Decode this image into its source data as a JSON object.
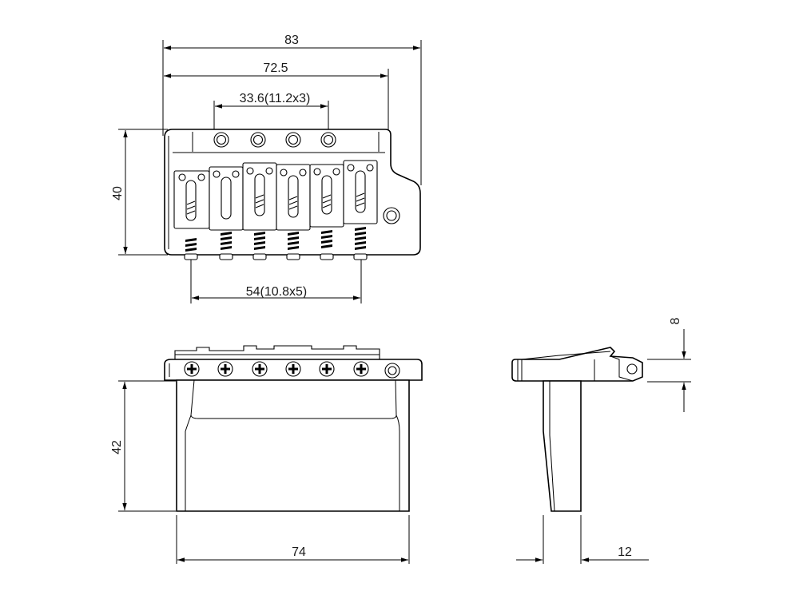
{
  "dimensions": {
    "overall_width": "83",
    "post_spacing": "72.5",
    "screw_spacing": "33.6(11.2x3)",
    "height_top": "40",
    "string_spacing": "54(10.8x5)",
    "block_height": "42",
    "block_width": "74",
    "base_thickness": "8",
    "block_depth": "12"
  }
}
